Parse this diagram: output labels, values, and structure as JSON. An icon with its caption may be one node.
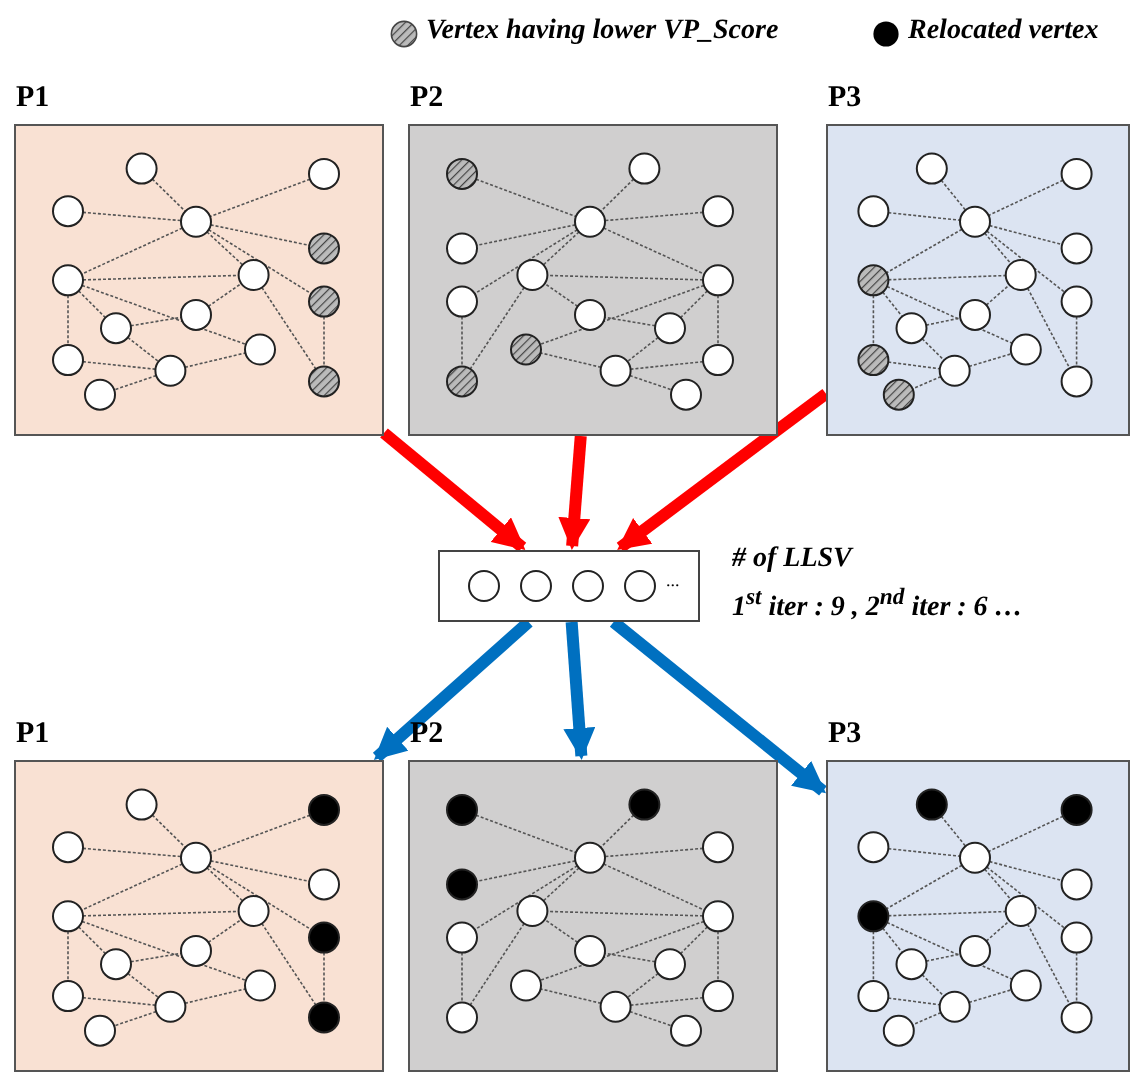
{
  "diagram": {
    "nodes": [
      {
        "text": [
          "P1"
        ]
      },
      {
        "text": [
          "P2"
        ]
      },
      {
        "text": [
          "P3"
        ]
      },
      {
        "text": [
          "..."
        ],
        "beside": [
          "# of LLSV",
          "1$^{st}$ iter : 9 , 2$^{nd}$ iter : 6 …"
        ]
      },
      {
        "text": [
          "P1"
        ]
      },
      {
        "text": [
          "P2"
        ]
      },
      {
        "text": [
          "P3"
        ]
      }
    ],
    "edges": [
      {
        "from": 0,
        "to": 3,
        "arrow": "to",
        "color": "#ff0000"
      },
      {
        "from": 1,
        "to": 3,
        "arrow": "to",
        "color": "#ff0000"
      },
      {
        "from": 2,
        "to": 3,
        "arrow": "to",
        "color": "#ff0000"
      },
      {
        "from": 3,
        "to": 4,
        "arrow": "to",
        "color": "#0070c0"
      },
      {
        "from": 3,
        "to": 5,
        "arrow": "to",
        "color": "#0070c0"
      },
      {
        "from": 3,
        "to": 6,
        "arrow": "to",
        "color": "#0070c0"
      }
    ],
    "legend": [
      {
        "text": "Vertex having lower VP_Score"
      },
      {
        "text": "Relocated vertex",
        "color": "#000000"
      }
    ]
  }
}
